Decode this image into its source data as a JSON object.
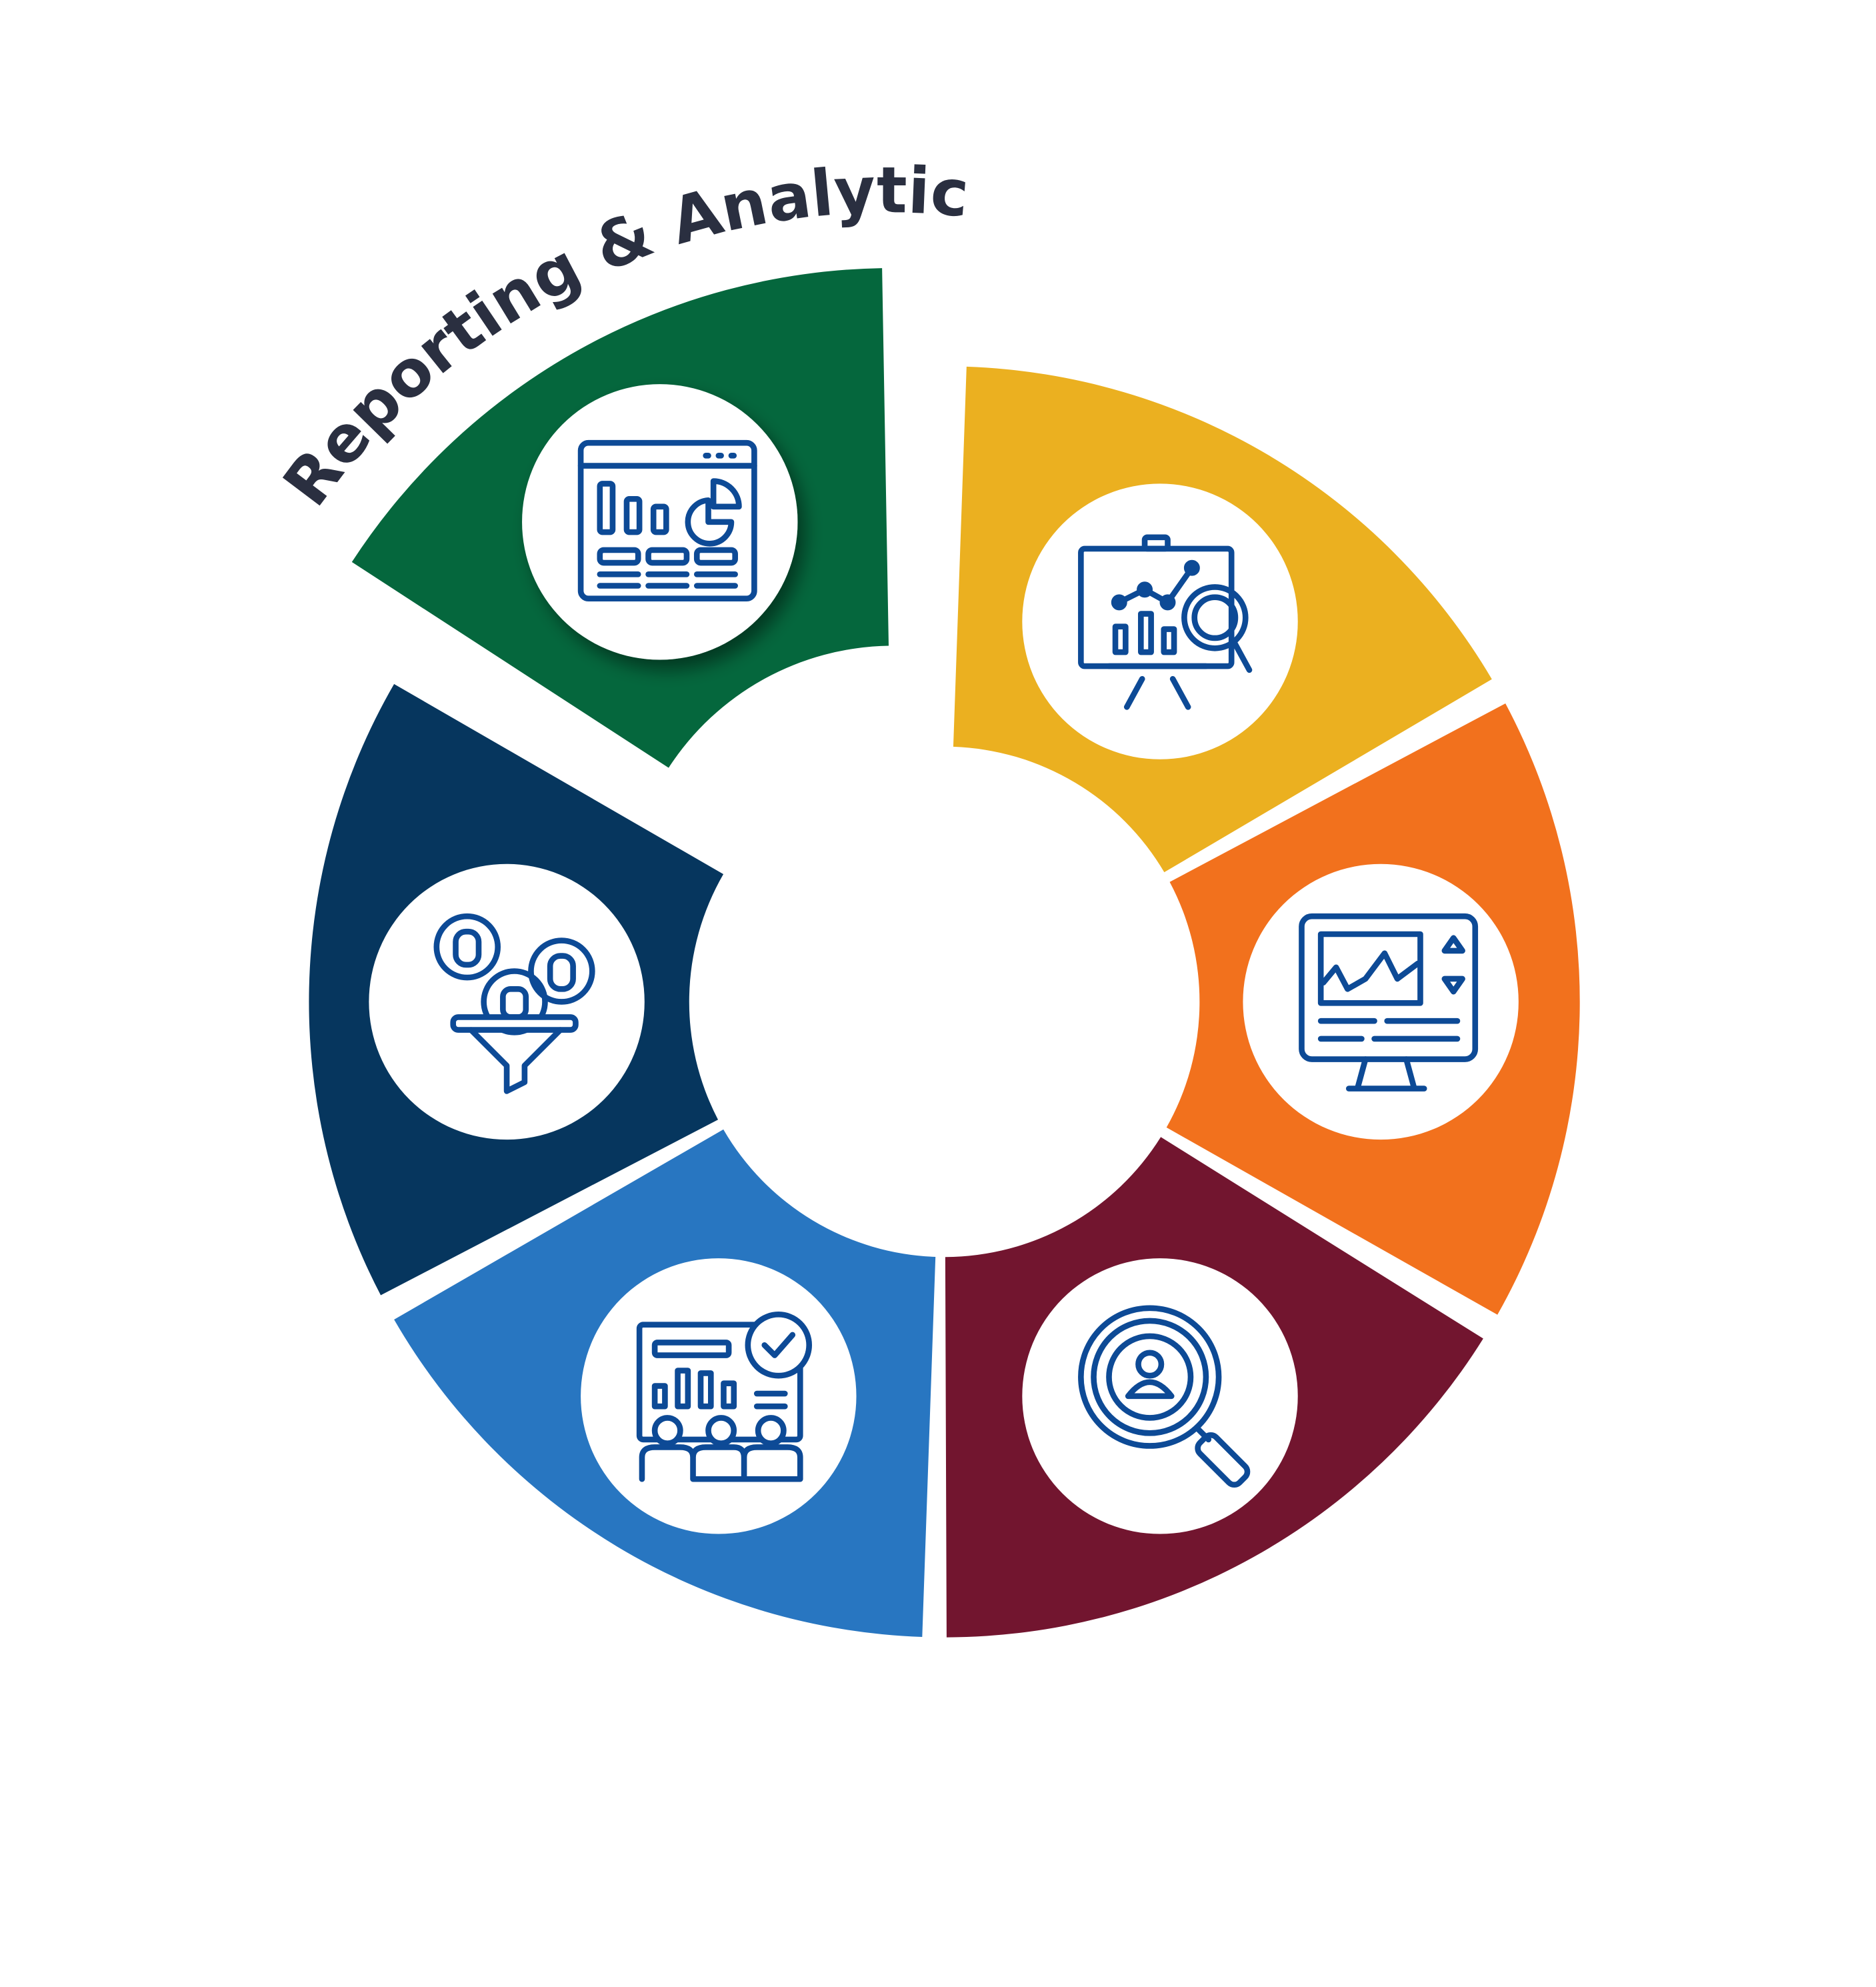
{
  "title": "Reporting & Analytics",
  "icon_color": "#0d4a96",
  "segments": [
    {
      "name": "reporting-analytics",
      "color": "#05673d",
      "icon": "dashboard-icon",
      "highlighted": true
    },
    {
      "name": "presentation-analysis",
      "color": "#ebb020",
      "icon": "presentation-chart-search-icon"
    },
    {
      "name": "monitor-analytics",
      "color": "#f2711d",
      "icon": "monitor-chart-icon"
    },
    {
      "name": "user-search",
      "color": "#72152f",
      "icon": "user-search-icon"
    },
    {
      "name": "team-report",
      "color": "#2876c1",
      "icon": "team-report-icon"
    },
    {
      "name": "data-funnel",
      "color": "#06365e",
      "icon": "data-funnel-icon"
    }
  ]
}
